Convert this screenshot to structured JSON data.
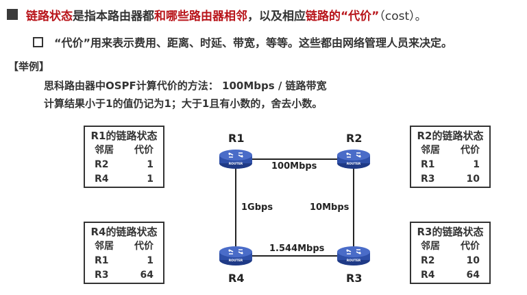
{
  "header": {
    "bullet_icon": "filled-square-icon",
    "parts": [
      {
        "text": "链路状态",
        "color": "#b8141a"
      },
      {
        "text": "是指本路由器都",
        "color": "#333333"
      },
      {
        "text": "和哪些路由器相邻",
        "color": "#b8141a"
      },
      {
        "text": "，以及相应",
        "color": "#333333"
      },
      {
        "text": "链路的",
        "color": "#b8141a"
      },
      {
        "text": "“代价”",
        "color": "#b8141a"
      },
      {
        "text": "（cost）。",
        "color": "#333333"
      }
    ]
  },
  "subpoint": {
    "bullet_icon": "empty-square-icon",
    "text": "“代价”用来表示费用、距离、时延、带宽，等等。这些都由网络管理人员来决定。"
  },
  "example": {
    "heading": "【举例】",
    "line1": "思科路由器中OSPF计算代价的方法： 100Mbps / 链路带宽",
    "line2": "计算结果小于1的值仍记为1；大于1且有小数的，舍去小数。"
  },
  "tables": {
    "r1": {
      "title": "R1的链路状态",
      "col_neighbor": "邻居",
      "col_cost": "代价",
      "rows": [
        {
          "n": "R2",
          "c": "1"
        },
        {
          "n": "R4",
          "c": "1"
        }
      ]
    },
    "r2": {
      "title": "R2的链路状态",
      "col_neighbor": "邻居",
      "col_cost": "代价",
      "rows": [
        {
          "n": "R1",
          "c": "1"
        },
        {
          "n": "R3",
          "c": "10"
        }
      ]
    },
    "r4": {
      "title": "R4的链路状态",
      "col_neighbor": "邻居",
      "col_cost": "代价",
      "rows": [
        {
          "n": "R1",
          "c": "1"
        },
        {
          "n": "R3",
          "c": "64"
        }
      ]
    },
    "r3": {
      "title": "R3的链路状态",
      "col_neighbor": "邻居",
      "col_cost": "代价",
      "rows": [
        {
          "n": "R2",
          "c": "10"
        },
        {
          "n": "R4",
          "c": "64"
        }
      ]
    }
  },
  "routers": {
    "r1": "R1",
    "r2": "R2",
    "r3": "R3",
    "r4": "R4",
    "icon": "router-icon",
    "badge": "ROUTER",
    "color": "#2e4fa8"
  },
  "links": {
    "r1_r2": "100Mbps",
    "r1_r4": "1Gbps",
    "r2_r3": "10Mbps",
    "r4_r3": "1.544Mbps"
  }
}
